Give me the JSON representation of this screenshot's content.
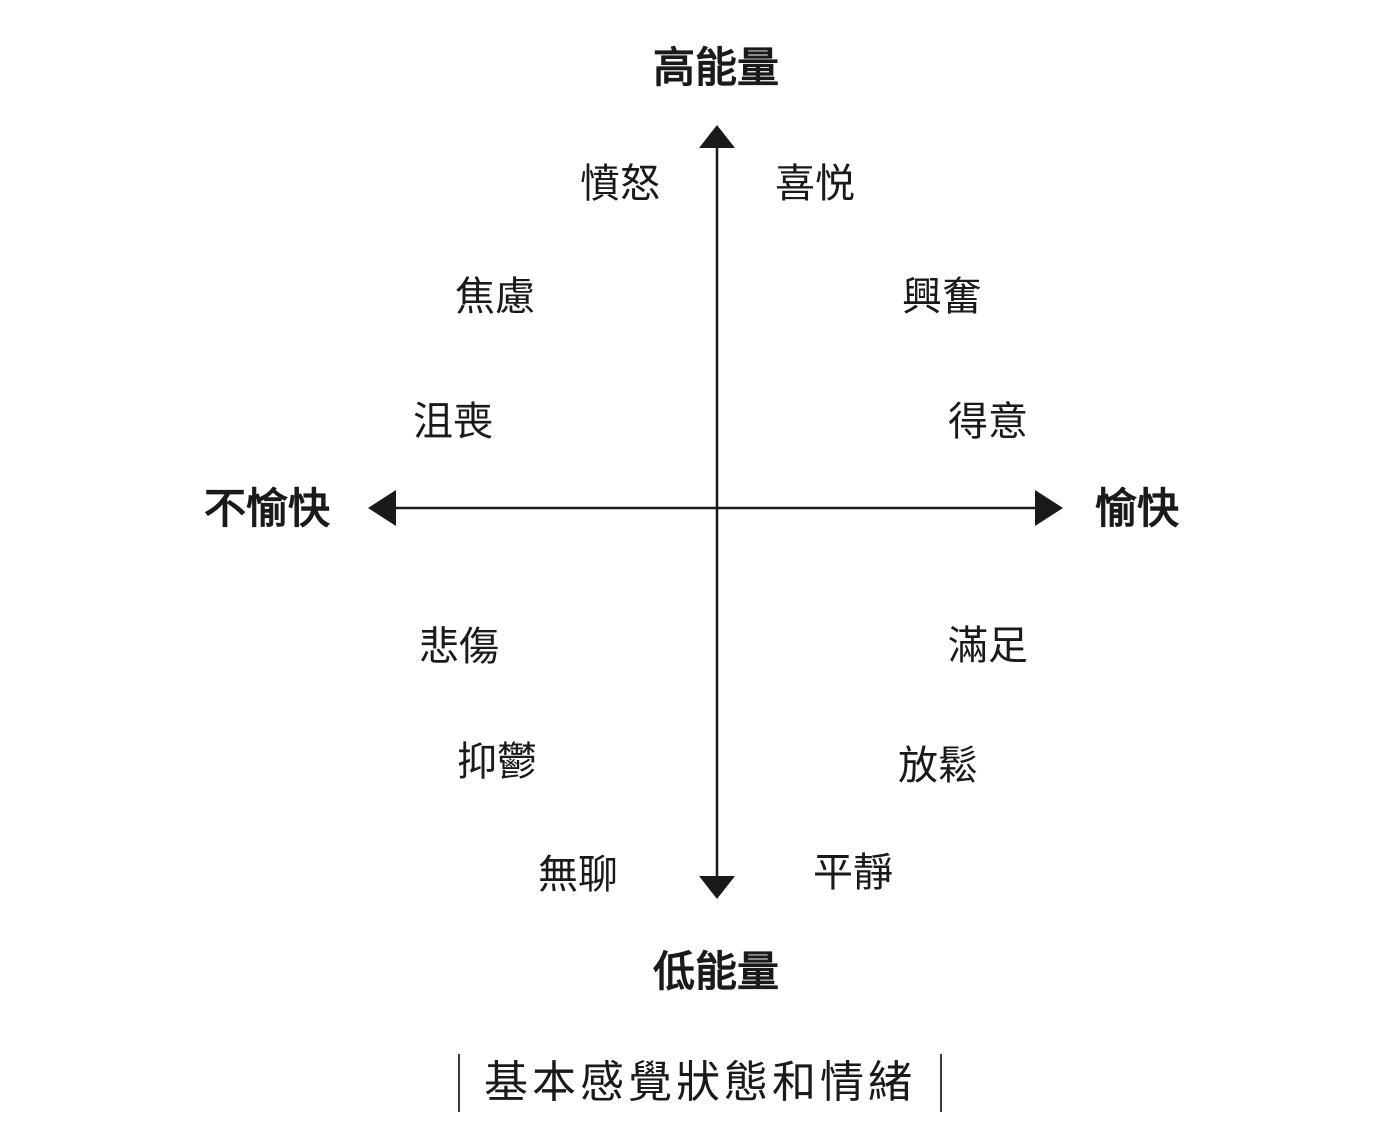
{
  "diagram": {
    "axes": {
      "top": "高能量",
      "bottom": "低能量",
      "left": "不愉快",
      "right": "愉快"
    },
    "emotions": {
      "anger": "憤怒",
      "joy": "喜悦",
      "anxiety": "焦慮",
      "excitement": "興奮",
      "dejection": "沮喪",
      "pride": "得意",
      "sadness": "悲傷",
      "contentment": "滿足",
      "depression": "抑鬱",
      "relaxation": "放鬆",
      "boredom": "無聊",
      "calm": "平靜"
    },
    "quadrants": {
      "top_left": [
        "憤怒",
        "焦慮",
        "沮喪"
      ],
      "top_right": [
        "喜悦",
        "興奮",
        "得意"
      ],
      "bottom_left": [
        "悲傷",
        "抑鬱",
        "無聊"
      ],
      "bottom_right": [
        "滿足",
        "放鬆",
        "平靜"
      ]
    },
    "caption": "基本感覺狀態和情緒",
    "colors": {
      "ink": "#1a1a1a",
      "background": "#ffffff"
    }
  }
}
